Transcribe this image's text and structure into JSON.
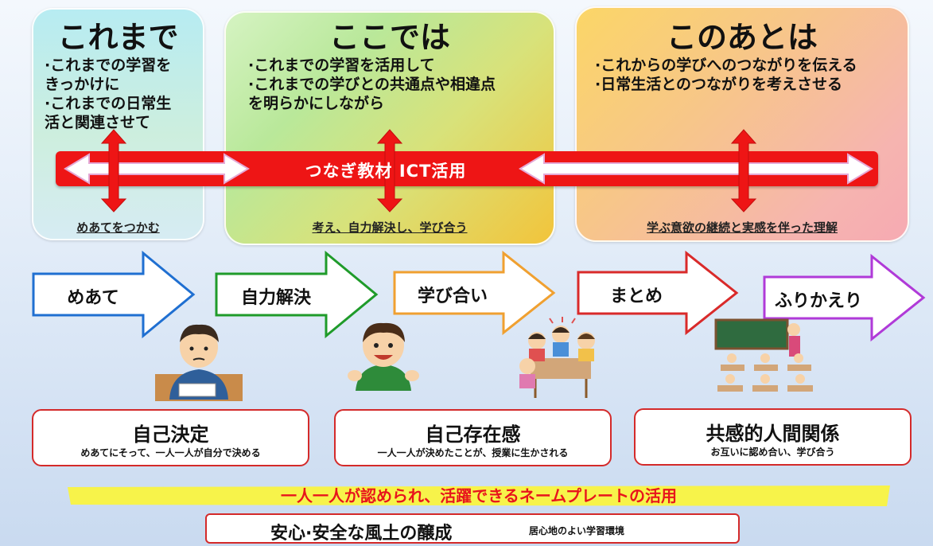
{
  "columns": [
    {
      "heading": "これまで",
      "lines": [
        "·これまでの学習を",
        "きっかけに",
        "·これまでの日常生",
        "活と関連させて"
      ],
      "caption": "めあてをつかむ"
    },
    {
      "heading": "ここでは",
      "lines": [
        "·これまでの学習を活用して",
        "·これまでの学びとの共通点や相違点",
        "を明らかにしながら"
      ],
      "caption": "考え、自力解決し、学び合う"
    },
    {
      "heading": "このあとは",
      "lines": [
        "·これからの学びへのつながりを伝える",
        "·日常生活とのつながりを考えさせる"
      ],
      "caption": "学ぶ意欲の継続と実感を伴った理解"
    }
  ],
  "band": {
    "label": "つなぎ教材 ICT活用"
  },
  "steps": [
    {
      "label": "めあて",
      "color": "#1f6fd1"
    },
    {
      "label": "自力解決",
      "color": "#1f9b2a"
    },
    {
      "label": "学び合い",
      "color": "#f0a030"
    },
    {
      "label": "まとめ",
      "color": "#d92a2a"
    },
    {
      "label": "ふりかえり",
      "color": "#b03ad8"
    }
  ],
  "values": [
    {
      "title": "自己決定",
      "subtitle": "めあてにそって、一人一人が自分で決める"
    },
    {
      "title": "自己存在感",
      "subtitle": "一人一人が決めたことが、授業に生かされる"
    },
    {
      "title": "共感的人間関係",
      "subtitle": "お互いに認め合い、学び合う"
    }
  ],
  "banner": "一人一人が認められ、活躍できるネームプレートの活用",
  "footer": {
    "main": "安心·安全な風土の醸成",
    "sub": "居心地のよい学習環境"
  },
  "colors": {
    "band": "#ee1515",
    "box_border": "#d42a2a",
    "banner_text": "#e8141c",
    "banner_fill": "#f7f34a"
  }
}
